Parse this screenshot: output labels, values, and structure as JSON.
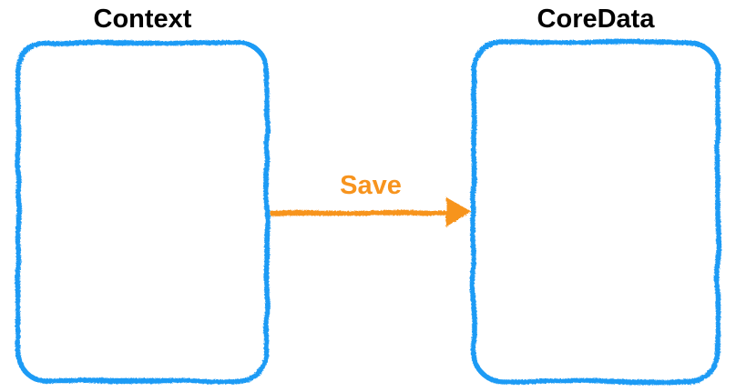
{
  "diagram": {
    "left_box": {
      "title": "Context"
    },
    "right_box": {
      "title": "CoreData"
    },
    "arrow": {
      "label": "Save",
      "direction": "left-to-right"
    },
    "colors": {
      "box_border": "#1E9BF5",
      "arrow": "#F7941E",
      "title_text": "#000000",
      "background": "#FFFFFF"
    }
  }
}
